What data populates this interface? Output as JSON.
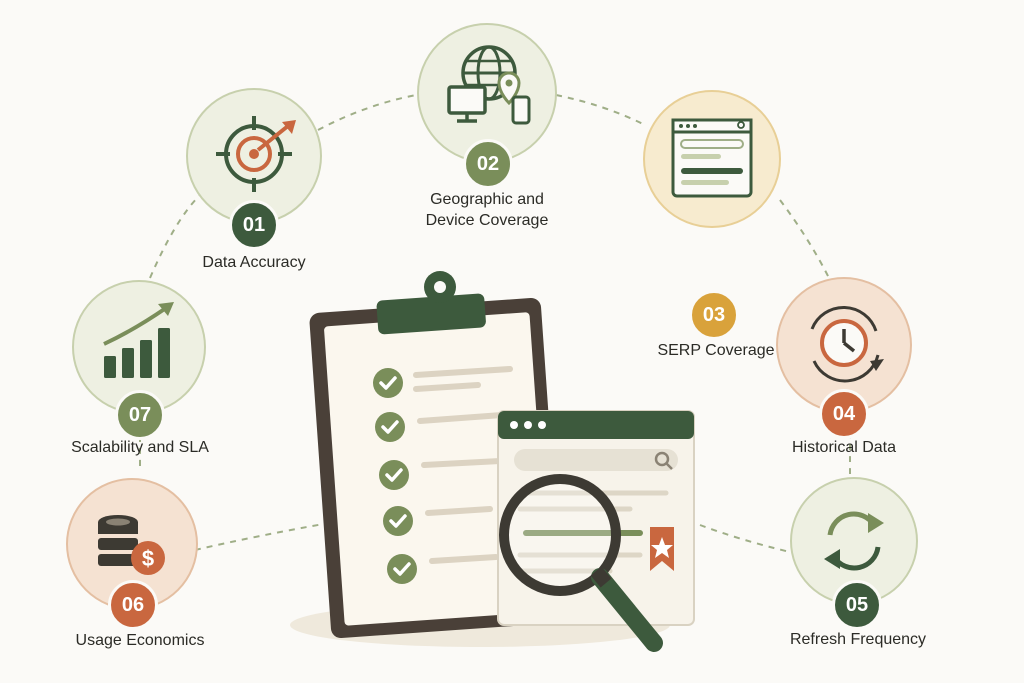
{
  "items": [
    {
      "number": "01",
      "label": "Data Accuracy",
      "icon": "target-icon"
    },
    {
      "number": "02",
      "label": "Geographic and\nDevice Coverage",
      "icon": "globe-devices-icon"
    },
    {
      "number": "03",
      "label": "SERP Coverage",
      "icon": "search-results-page-icon"
    },
    {
      "number": "04",
      "label": "Historical Data",
      "icon": "history-clock-icon"
    },
    {
      "number": "05",
      "label": "Refresh Frequency",
      "icon": "refresh-icon"
    },
    {
      "number": "06",
      "label": "Usage Economics",
      "icon": "coins-dollar-icon"
    },
    {
      "number": "07",
      "label": "Scalability and SLA",
      "icon": "growth-chart-icon"
    }
  ],
  "center_icons": [
    "clipboard-checklist-icon",
    "browser-window-icon",
    "magnifying-glass-icon",
    "bookmark-star-icon"
  ],
  "colors": {
    "dark_green": "#3d5a3d",
    "olive_green": "#7a8e5a",
    "light_green": "#dfe5cf",
    "orange": "#c9673f",
    "light_orange": "#f5e2d2",
    "gold": "#d9a23b",
    "light_gold": "#f7ebcf",
    "cream": "#f6f2e6",
    "text": "#2b2b26"
  }
}
